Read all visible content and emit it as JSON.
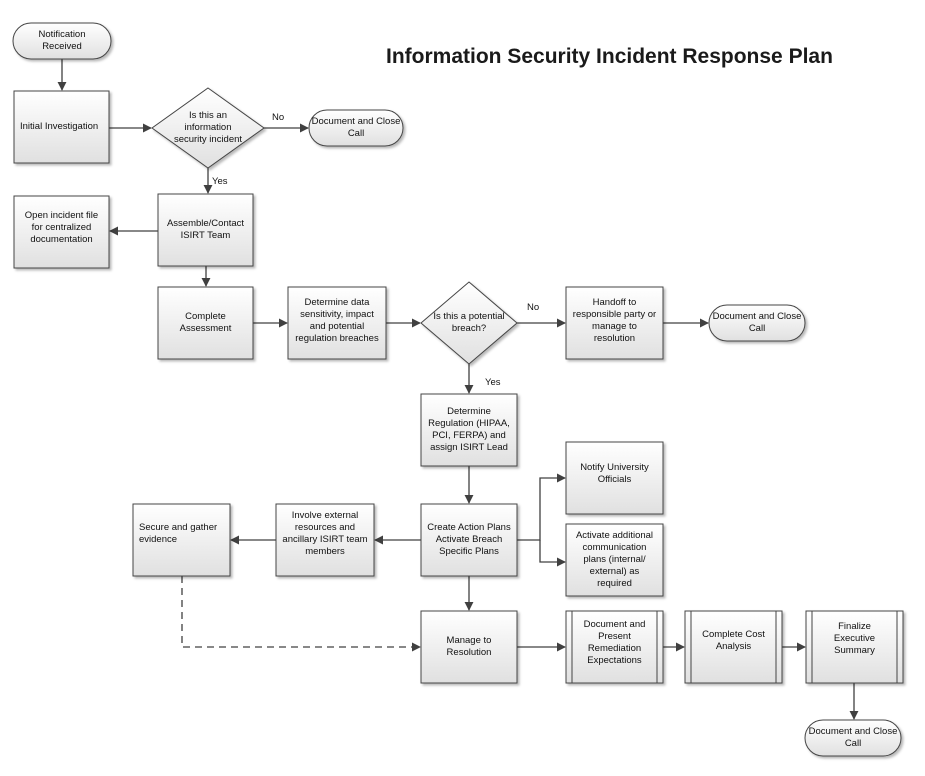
{
  "title": "Information Security Incident Response Plan",
  "nodes": {
    "notification": "Notification\nReceived",
    "initial": "Initial Investigation",
    "q_incident": "Is this an\ninformation\nsecurity incident",
    "close1": "Document and Close\nCall",
    "open_file": "Open incident file\nfor centralized\ndocumentation",
    "assemble": "Assemble/Contact\nISIRT Team",
    "complete_assessment": "Complete\nAssessment",
    "determine_data": "Determine data\nsensitivity, impact\nand potential\nregulation breaches",
    "q_breach": "Is this a potential\nbreach?",
    "handoff": "Handoff to\nresponsible party or\nmanage to\nresolution",
    "close2": "Document and Close\nCall",
    "determine_reg": "Determine\nRegulation (HIPAA,\nPCI, FERPA) and\nassign ISIRT Lead",
    "notify": "Notify University\nOfficials",
    "activate_comm": "Activate additional\ncommunication\nplans (internal/\nexternal)  as\nrequired",
    "action_plans": "Create Action Plans\nActivate Breach\nSpecific Plans",
    "involve": "Involve external\nresources and\nancillary ISIRT team\nmembers",
    "secure": "Secure and gather\nevidence",
    "manage": "Manage to\nResolution",
    "doc_present": "Document and\nPresent\nRemediation\nExpectations",
    "cost": "Complete Cost\nAnalysis",
    "finalize": "Finalize\nExecutive\nSummary",
    "close3": "Document and Close\nCall"
  },
  "edge_labels": {
    "no1": "No",
    "yes1": "Yes",
    "no2": "No",
    "yes2": "Yes"
  },
  "colors": {
    "box_fill_top": "#ffffff",
    "box_fill_bottom": "#e2e2e2",
    "stroke": "#444444",
    "arrow": "#404040"
  }
}
